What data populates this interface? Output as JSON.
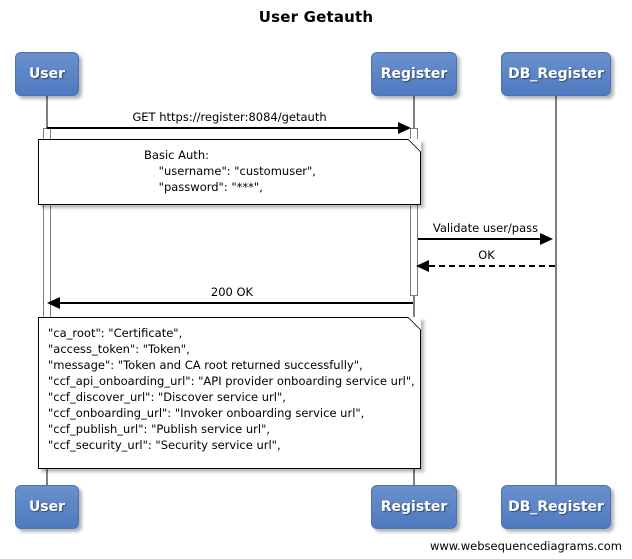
{
  "diagram": {
    "title": "User Getauth",
    "footer": "www.websequencediagrams.com",
    "colors": {
      "actor_fill": "#5b84c4",
      "actor_border": "#4a72b5",
      "actor_text": "#ffffff",
      "lifeline": "#808080",
      "line": "#000000",
      "background": "#ffffff"
    }
  },
  "actors": [
    {
      "id": "user",
      "label": "User"
    },
    {
      "id": "register",
      "label": "Register"
    },
    {
      "id": "db_register",
      "label": "DB_Register"
    }
  ],
  "actors_bottom": [
    {
      "id": "user",
      "label": "User"
    },
    {
      "id": "register",
      "label": "Register"
    },
    {
      "id": "db_register",
      "label": "DB_Register"
    }
  ],
  "messages": [
    {
      "id": "m1",
      "label": "GET https://register:8084/getauth",
      "from": "user",
      "to": "register",
      "direction": "right",
      "style": "solid"
    },
    {
      "id": "m2",
      "label": "Validate user/pass",
      "from": "register",
      "to": "db_register",
      "direction": "right",
      "style": "solid"
    },
    {
      "id": "m3",
      "label": "OK",
      "from": "db_register",
      "to": "register",
      "direction": "left",
      "style": "dashed"
    },
    {
      "id": "m4",
      "label": "200 OK",
      "from": "register",
      "to": "user",
      "direction": "left",
      "style": "solid"
    }
  ],
  "notes": [
    {
      "id": "note-basic-auth",
      "align": "center",
      "lines": [
        "Basic Auth:",
        "    \"username\": \"customuser\",",
        "    \"password\": \"***\","
      ]
    },
    {
      "id": "note-response-body",
      "align": "left",
      "lines": [
        "\"ca_root\": \"Certificate\",",
        "\"access_token\": \"Token\",",
        "\"message\": \"Token and CA root returned successfully\",",
        "\"ccf_api_onboarding_url\": \"API provider onboarding service url\",",
        "\"ccf_discover_url\": \"Discover service url\",",
        "\"ccf_onboarding_url\": \"Invoker onboarding service url\",",
        "\"ccf_publish_url\": \"Publish service url\",",
        "\"ccf_security_url\": \"Security service url\","
      ]
    }
  ]
}
